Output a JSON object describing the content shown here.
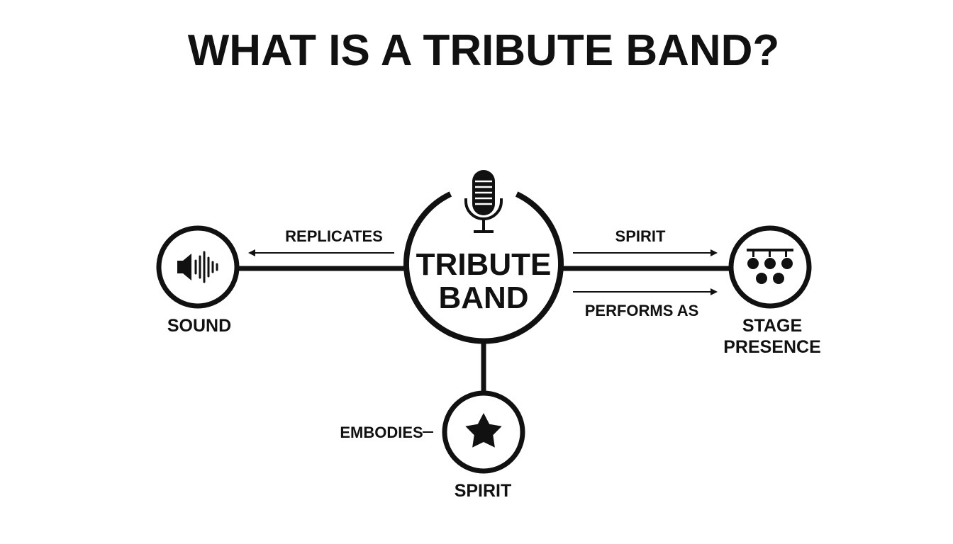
{
  "title": "WHAT IS A TRIBUTE BAND?",
  "center": {
    "line1": "TRIBUTE",
    "line2": "BAND",
    "icon": "microphone-icon"
  },
  "nodes": {
    "sound": {
      "label": "SOUND",
      "icon": "sound-wave-icon"
    },
    "stage": {
      "line1": "STAGE",
      "line2": "PRESENCE",
      "icon": "stage-lights-icon"
    },
    "spirit": {
      "label": "SPIRIT",
      "icon": "star-icon"
    }
  },
  "edges": {
    "replicates": "REPLICATES",
    "spirit": "SPIRIT",
    "performs_as": "PERFORMS AS",
    "embodies": "EMBODIES"
  },
  "colors": {
    "ink": "#111111",
    "background": "#ffffff"
  }
}
